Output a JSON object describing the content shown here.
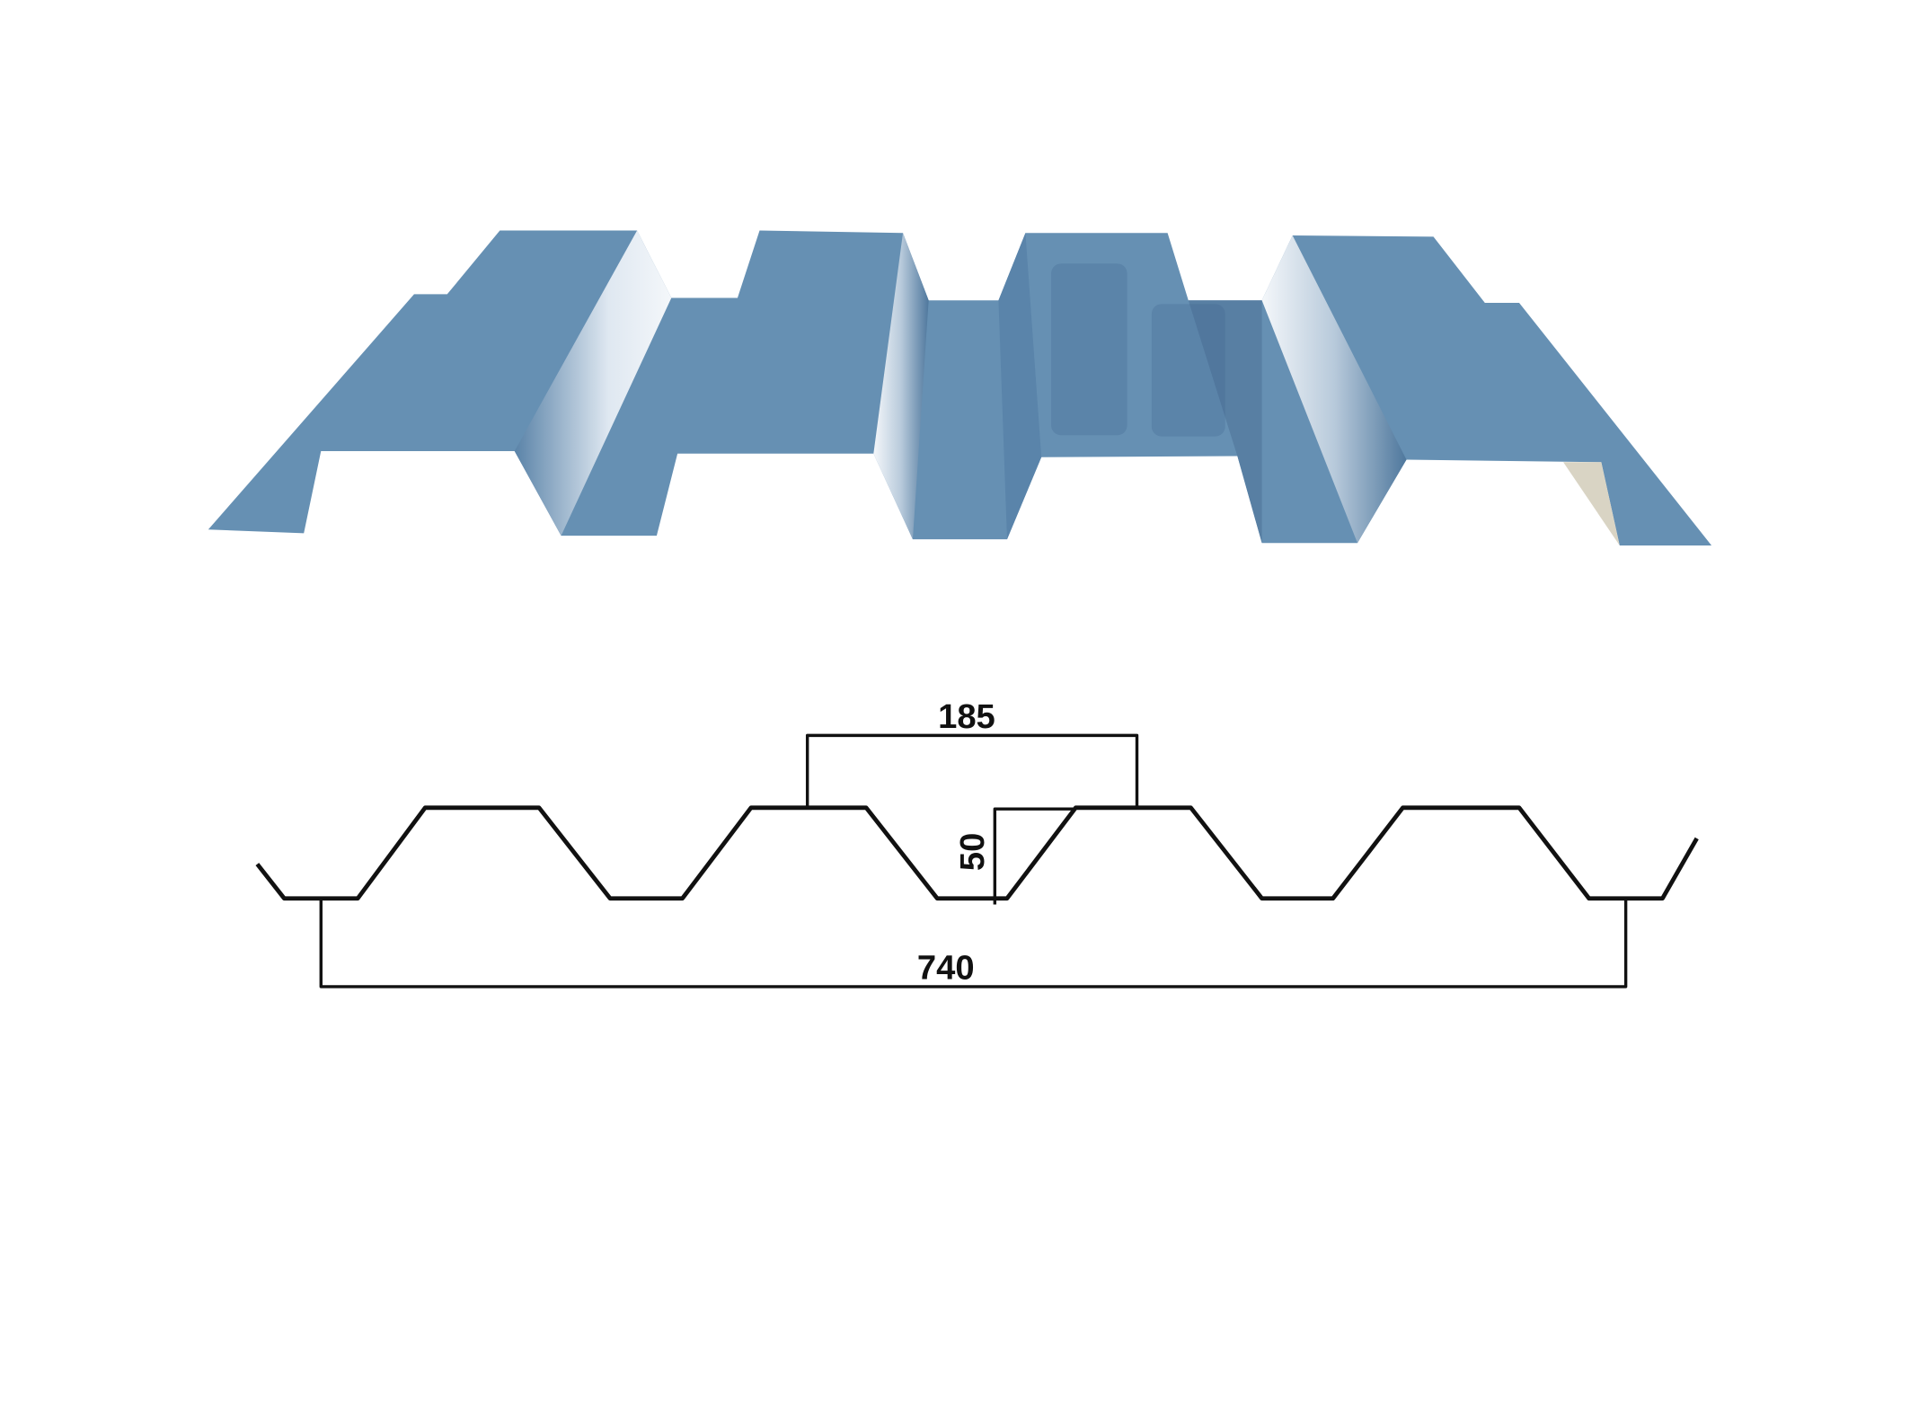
{
  "colors": {
    "sheet": "#6690b3",
    "sheet_dark": "#537ba0",
    "sheet_light": "#dfe8f1",
    "inner": "#d9d4c4",
    "line": "#111111"
  },
  "dimensions": {
    "pitch": "185",
    "height": "50",
    "cover_width": "740"
  }
}
